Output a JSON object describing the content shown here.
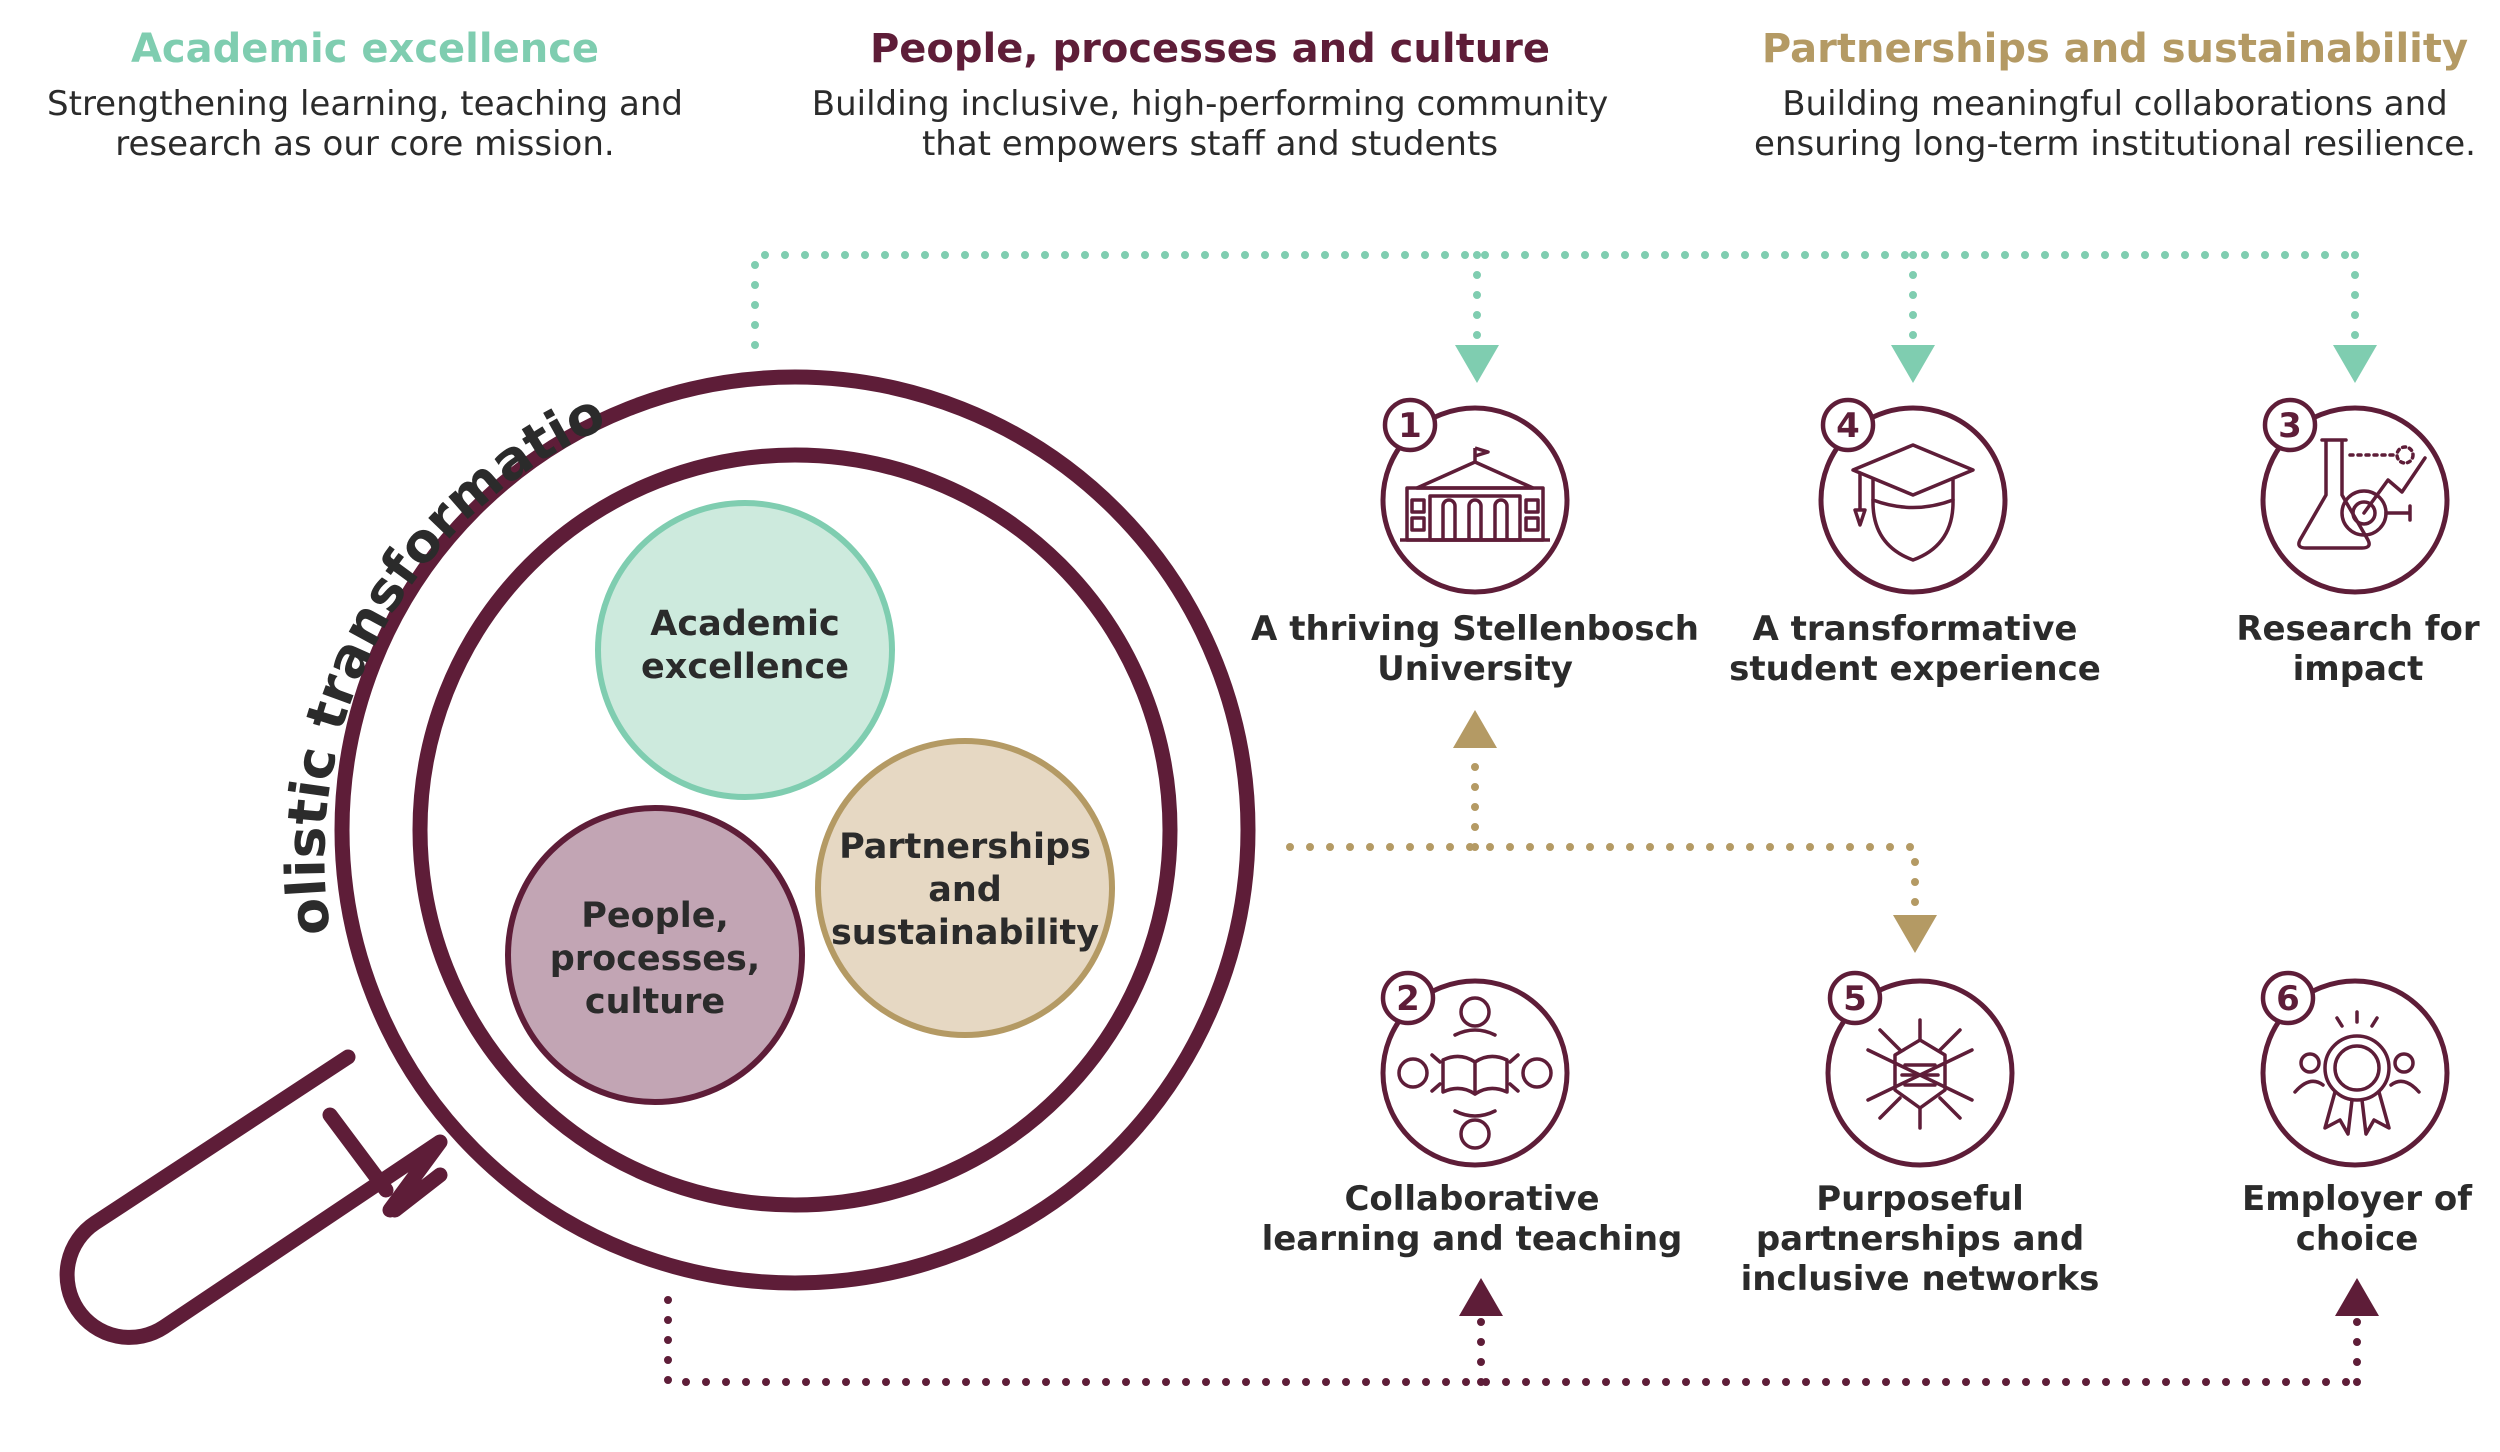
{
  "pillars": [
    {
      "title": "Academic excellence",
      "desc_lines": [
        "Strengthening learning, teaching and",
        "research as our core mission."
      ]
    },
    {
      "title": "People, processes and culture",
      "desc_lines": [
        "Building inclusive, high-performing community",
        "that empowers staff and students"
      ]
    },
    {
      "title": "Partnerships and sustainability",
      "desc_lines": [
        "Building meaningful collaborations and",
        "ensuring long-term institutional resilience."
      ]
    }
  ],
  "magnifier": {
    "arc_label": "Holistic transformation",
    "circles": {
      "academic": [
        "Academic",
        "excellence"
      ],
      "people": [
        "People,",
        "processes,",
        "culture"
      ],
      "partnerships": [
        "Partnerships",
        "and",
        "sustainability"
      ]
    }
  },
  "goals": [
    {
      "number": "1",
      "icon": "university-building-icon",
      "lines": [
        "A thriving Stellenbosch",
        "University"
      ]
    },
    {
      "number": "4",
      "icon": "graduate-cap-icon",
      "lines": [
        "A transformative",
        "student experience"
      ]
    },
    {
      "number": "3",
      "icon": "lab-flask-icon",
      "lines": [
        "Research for",
        "impact"
      ]
    },
    {
      "number": "2",
      "icon": "group-reading-icon",
      "lines": [
        "Collaborative",
        "learning and teaching"
      ]
    },
    {
      "number": "5",
      "icon": "handshake-network-icon",
      "lines": [
        "Purposeful",
        "partnerships and",
        "inclusive networks"
      ]
    },
    {
      "number": "6",
      "icon": "award-medal-icon",
      "lines": [
        "Employer of",
        "choice"
      ]
    }
  ],
  "colors": {
    "maroon": "#5e1d38",
    "teal": "#7fcdb0",
    "teal_fill": "#cdeadd",
    "gold": "#b49a64",
    "gold_fill": "#e6d8c3",
    "mauve_fill": "#c2a5b4",
    "text": "#2b2b2b"
  }
}
